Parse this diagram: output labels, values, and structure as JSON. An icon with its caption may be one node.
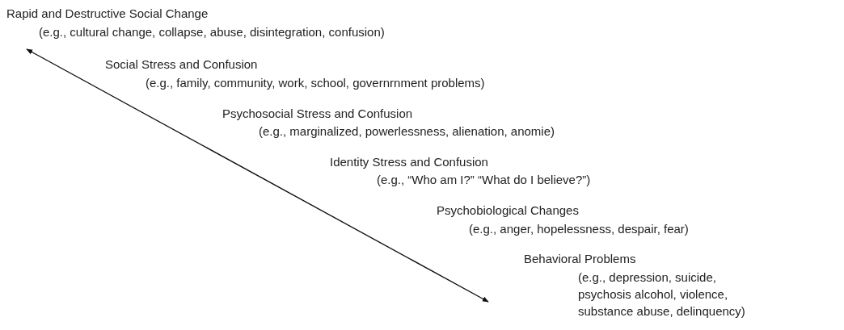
{
  "diagram": {
    "labels": [
      "Rapid and Destructive Social Change",
      "(e.g., cultural change, collapse, abuse, disintegration, confusion)",
      "Social Stress and Confusion",
      "(e.g., family, community, work, school, governrnment problems)",
      "Psychosocial Stress and Confusion",
      "(e.g., marginalized, powerlessness, alienation, anomie)",
      "Identity Stress and Confusion",
      "(e.g., “Who am I?” “What do I believe?”)",
      "Psychobiological Changes",
      "(e.g., anger, hopelessness, despair, fear)",
      "Behavioral Problems",
      "(e.g., depression, suicide, psychosis alcohol, violence, substance abuse, delinquency)"
    ]
  }
}
